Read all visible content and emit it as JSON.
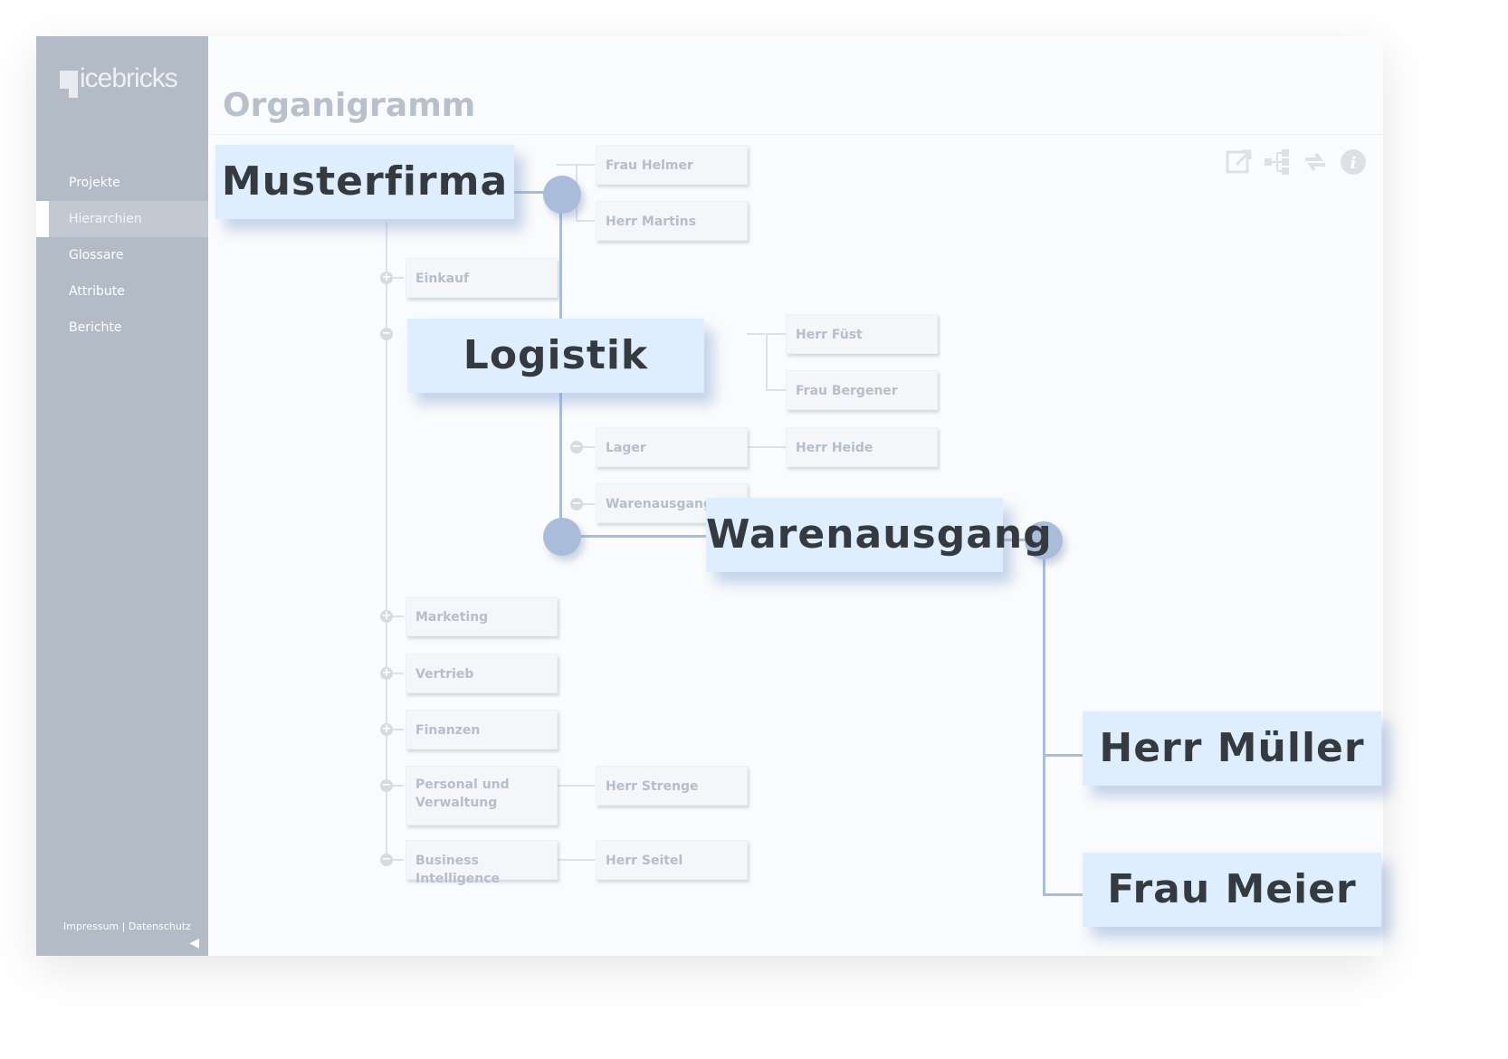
{
  "app": {
    "logo_text": "icebricks",
    "page_title": "Organigramm"
  },
  "sidebar": {
    "items": [
      {
        "label": "Projekte"
      },
      {
        "label": "Hierarchien"
      },
      {
        "label": "Glossare"
      },
      {
        "label": "Attribute"
      },
      {
        "label": "Berichte"
      }
    ],
    "footer_left": "Impressum",
    "footer_sep": "|",
    "footer_right": "Datenschutz"
  },
  "toolbar": {
    "icons": [
      "external-link-icon",
      "hierarchy-icon",
      "refresh-icon",
      "info-icon"
    ]
  },
  "tree": {
    "root_children": [
      "Frau Helmer",
      "Herr Martins"
    ],
    "departments": [
      "Einkauf",
      "Logistik",
      "Marketing",
      "Vertrieb",
      "Finanzen",
      "Personal und Verwaltung",
      "Business Intelligence"
    ],
    "logistik_people": [
      "Herr Füst",
      "Frau Bergener"
    ],
    "lager": "Lager",
    "lager_person": "Herr Heide",
    "warenausgang": "Warenausgang",
    "personal_person": "Herr Strenge",
    "bi_person": "Herr Seitel"
  },
  "callouts": {
    "root": "Musterfirma",
    "logistik": "Logistik",
    "warenausgang": "Warenausgang",
    "person1": "Herr Müller",
    "person2": "Frau Meier"
  },
  "colors": {
    "sidebar": "#b2bbc6",
    "highlight": "#a9bddb",
    "callout_bg": "#dfeefe",
    "callout_text": "#353a40"
  }
}
